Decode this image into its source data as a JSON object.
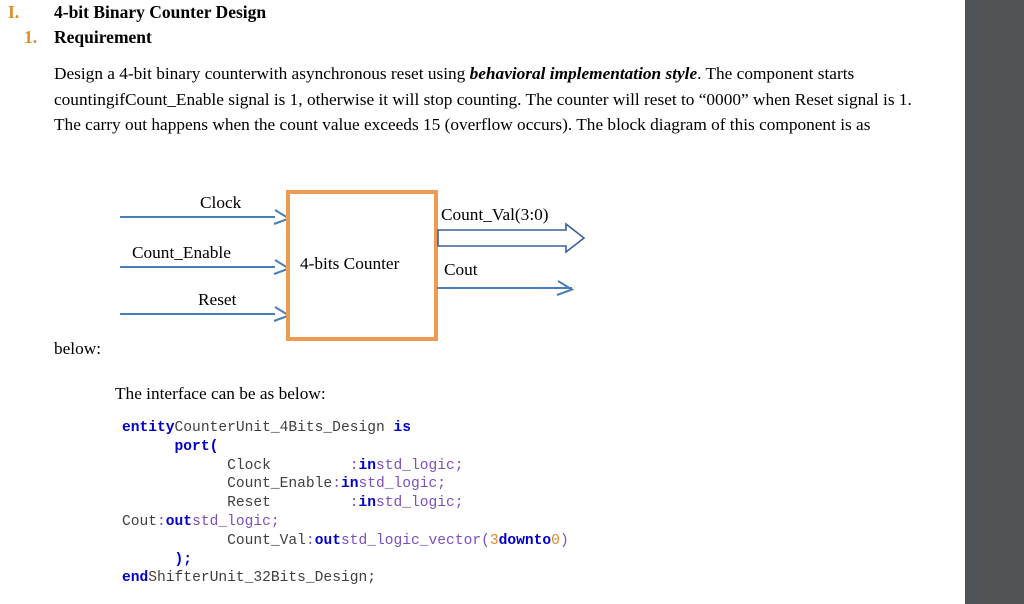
{
  "document": {
    "headings": [
      {
        "number": "I.",
        "text": "4-bit Binary Counter Design"
      },
      {
        "number": "1.",
        "text": "Requirement"
      }
    ],
    "paragraph": {
      "part1": "Design a 4-bit binary counterwith asynchronous reset using ",
      "emphasis": "behavioral implementation style",
      "part2": ". The component starts countingifCount_Enable signal is 1, otherwise it will stop counting. The counter will reset to “0000” when Reset signal is 1. The carry out happens when the count value exceeds 15 (overflow occurs). The block diagram of this component is as"
    },
    "below_text": "below:",
    "interface_text": "The interface can be as below:"
  },
  "diagram": {
    "block_label": "4-bits Counter",
    "inputs": [
      {
        "label": "Clock"
      },
      {
        "label": "Count_Enable"
      },
      {
        "label": "Reset"
      }
    ],
    "outputs": [
      {
        "label": "Count_Val(3:0)",
        "style": "bus"
      },
      {
        "label": "Cout",
        "style": "single"
      }
    ],
    "colors": {
      "block_border": "#ED9A52",
      "block_fill": "#FFFFFF",
      "arrow": "#4A7EBB"
    }
  },
  "code": {
    "language": "vhdl",
    "lines": [
      [
        {
          "t": "entity",
          "c": "kw"
        },
        {
          "t": "CounterUnit_4Bits_Design ",
          "c": "id"
        },
        {
          "t": "is",
          "c": "kw"
        }
      ],
      [
        {
          "t": "      ",
          "c": "id"
        },
        {
          "t": "port(",
          "c": "kw"
        }
      ],
      [
        {
          "t": "            Clock         ",
          "c": "id"
        },
        {
          "t": ":",
          "c": "pn"
        },
        {
          "t": "in",
          "c": "kw"
        },
        {
          "t": "std_logic;",
          "c": "ty"
        }
      ],
      [
        {
          "t": "            Count_Enable",
          "c": "id"
        },
        {
          "t": ":",
          "c": "pn"
        },
        {
          "t": "in",
          "c": "kw"
        },
        {
          "t": "std_logic;",
          "c": "ty"
        }
      ],
      [
        {
          "t": "            Reset         ",
          "c": "id"
        },
        {
          "t": ":",
          "c": "pn"
        },
        {
          "t": "in",
          "c": "kw"
        },
        {
          "t": "std_logic;",
          "c": "ty"
        }
      ],
      [
        {
          "t": "Cout",
          "c": "id"
        },
        {
          "t": ":",
          "c": "pn"
        },
        {
          "t": "out",
          "c": "kw"
        },
        {
          "t": "std_logic;",
          "c": "ty"
        }
      ],
      [
        {
          "t": "            Count_Val",
          "c": "id"
        },
        {
          "t": ":",
          "c": "pn"
        },
        {
          "t": "out",
          "c": "kw"
        },
        {
          "t": "std_logic_vector",
          "c": "ty"
        },
        {
          "t": "(",
          "c": "pn"
        },
        {
          "t": "3",
          "c": "num"
        },
        {
          "t": "downto",
          "c": "kw"
        },
        {
          "t": "0",
          "c": "num"
        },
        {
          "t": ")",
          "c": "pn"
        }
      ],
      [
        {
          "t": "      ",
          "c": "id"
        },
        {
          "t": ");",
          "c": "kw"
        }
      ],
      [
        {
          "t": "end",
          "c": "kw"
        },
        {
          "t": "ShifterUnit_32Bits_Design;",
          "c": "id"
        }
      ]
    ]
  },
  "scrollbar": {
    "color": "#4F5356"
  }
}
